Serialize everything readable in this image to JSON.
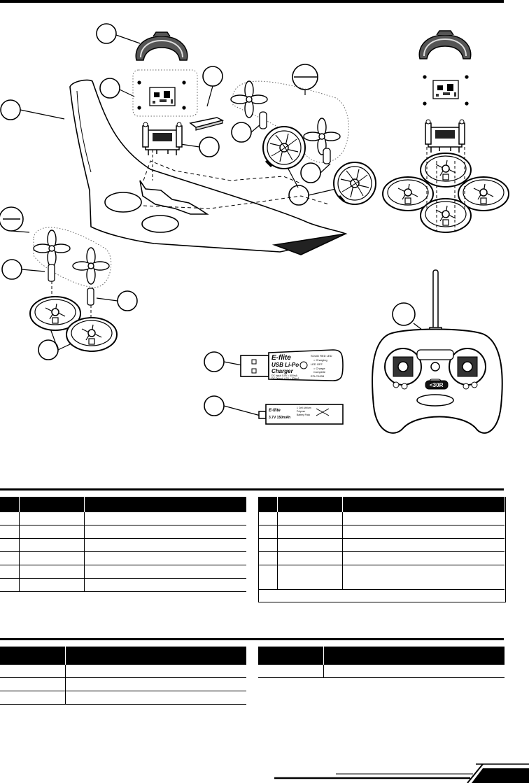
{
  "charger": {
    "brand": "E-flite",
    "name_line1": "USB Li-Po",
    "name_line2": "Charger",
    "input": "DC Input: 5.0V = 500mA",
    "output": "DC Output: 4.2V = 300mA",
    "legend_solid": "SOLID RED LED",
    "legend_charging": "= Charging",
    "legend_led_off": "LED OFF",
    "legend_complete1": "= Charge",
    "legend_complete2": "Complete",
    "model": "EFLC1008"
  },
  "battery": {
    "brand": "E-flite",
    "label": "3.7V 150mAh",
    "warning1": "1 Cell Lithium",
    "warning2": "Polymer",
    "warning3": "Battery Pack"
  },
  "transmitter": {
    "rate_button": "<30R"
  },
  "parts_tables": {
    "left": {
      "rows": 6
    },
    "right": {
      "rows": 5
    }
  },
  "options_tables": {
    "left": {
      "rows": 3
    },
    "right": {
      "rows": 1
    }
  }
}
